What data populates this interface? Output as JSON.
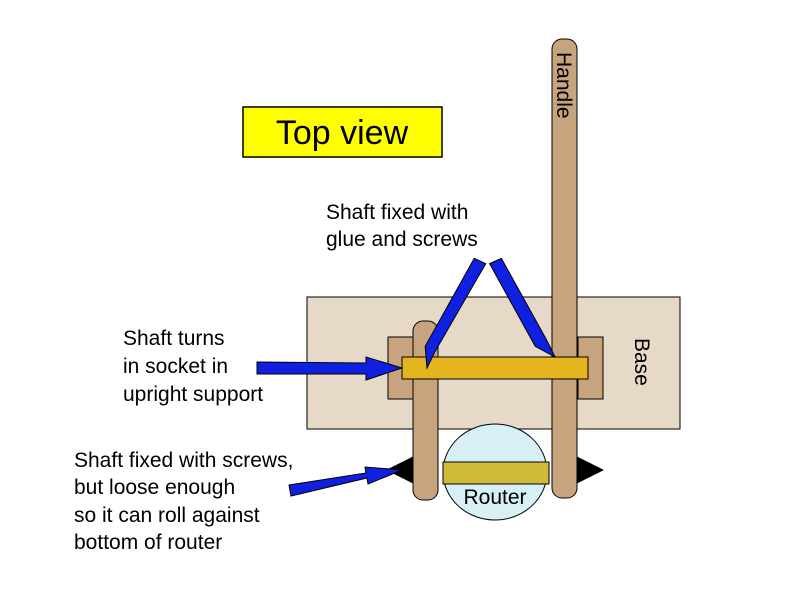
{
  "title": "Top view",
  "labels": {
    "handle": "Handle",
    "base": "Base",
    "router": "Router",
    "shaft_glue_line1": "Shaft fixed with",
    "shaft_glue_line2": "glue and screws",
    "turns_line1": "Shaft turns",
    "turns_line2": "in socket in",
    "turns_line3": "upright support",
    "screws_line1": "Shaft fixed with screws,",
    "screws_line2": "but loose enough",
    "screws_line3": "so it can roll against",
    "screws_line4": "bottom of router"
  },
  "colors": {
    "title_bg": "#ffff00",
    "base": "#e6d9c7",
    "wood": "#c8a47e",
    "shaft": "#e5b520",
    "router": "#d6f0f5",
    "lower_shaft": "#cfba3a",
    "arrow": "#1020e0",
    "outline": "#000000"
  }
}
